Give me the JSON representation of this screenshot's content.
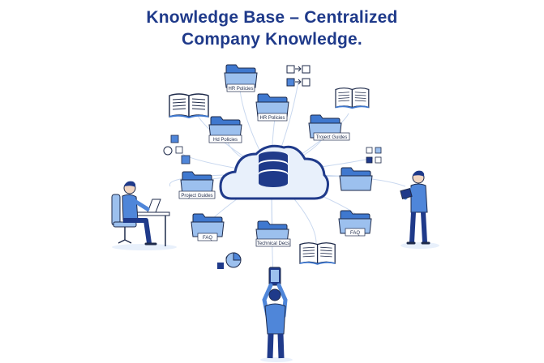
{
  "title": {
    "line1": "Knowledge Base – Centralized",
    "line2": "Company Knowledge."
  },
  "folders": {
    "hr_policies_top": "HR Policies",
    "hr_policies_mid": "HR Policies",
    "hr_policies_left": "Hd Policies",
    "project_guides_right": "Troject Guides",
    "project_guides_left": "Project Guides",
    "faq_left": "FAQ",
    "faq_right": "FAQ",
    "technical_docs": "Technical Decs"
  },
  "colors": {
    "navy": "#1f3a8a",
    "blue": "#4f86d9",
    "light_blue": "#9cc0ee",
    "pale_blue": "#e8f0fb",
    "outline": "#1e2a4a",
    "ray": "#c9d8ef"
  },
  "icons": {
    "center": "cloud-database-icon",
    "books": "open-book-icon",
    "folders": "folder-icon",
    "people": "person-icon"
  }
}
